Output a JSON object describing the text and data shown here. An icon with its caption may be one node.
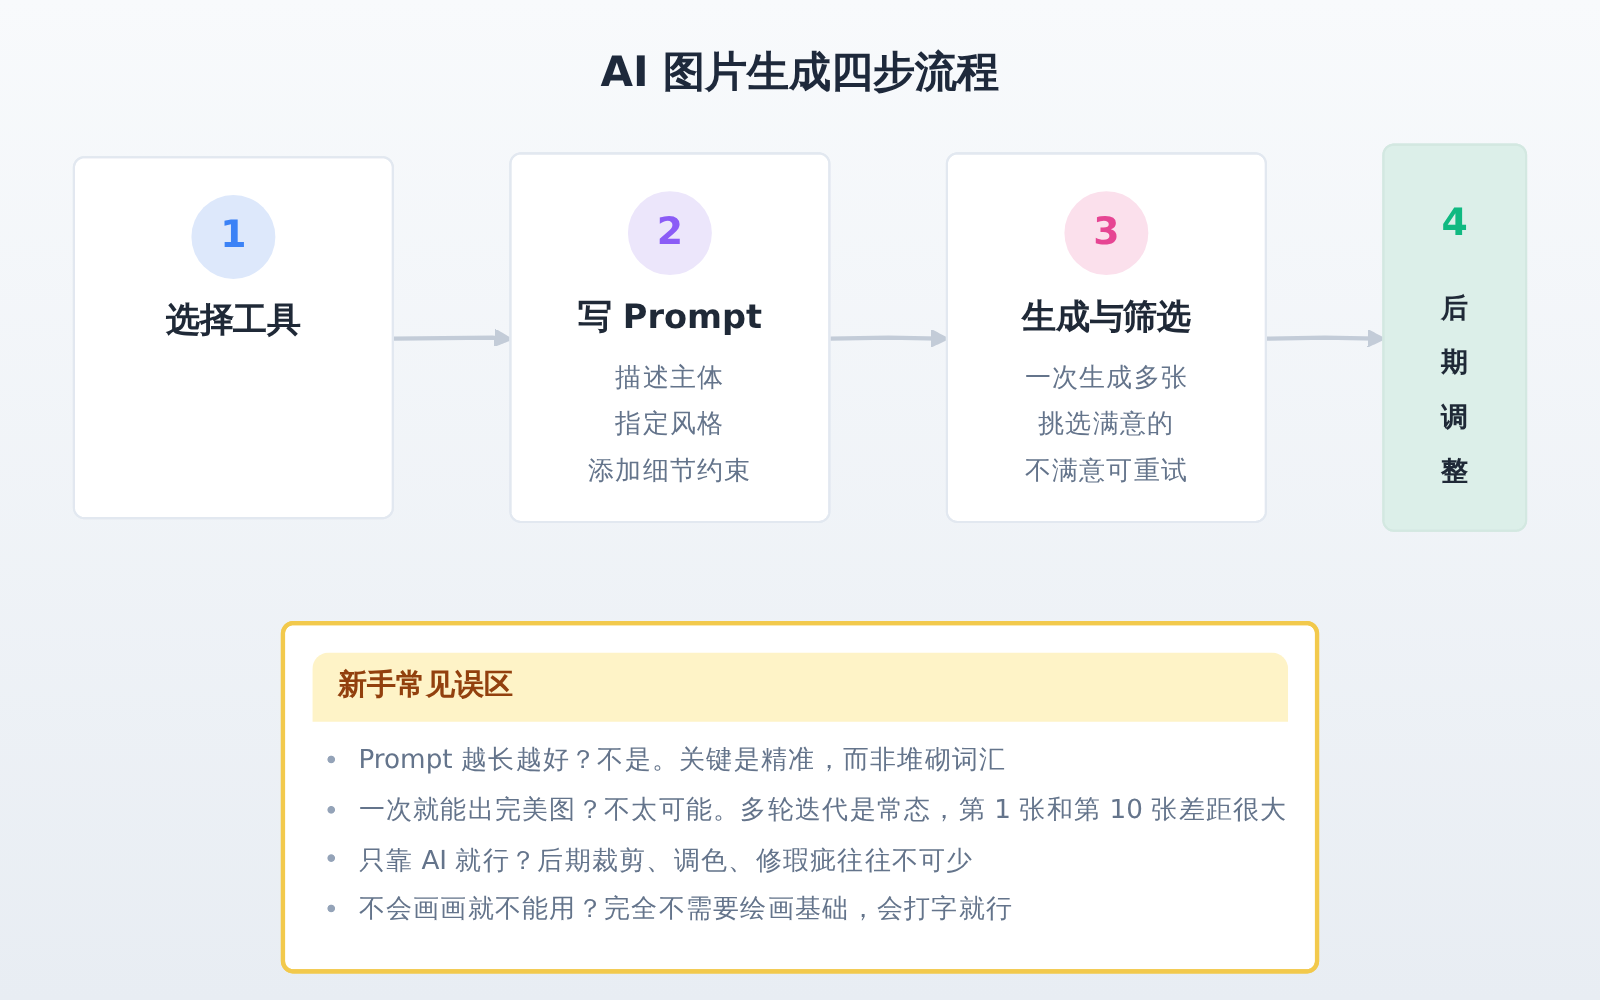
{
  "diagram": {
    "title": "AI 图片生成四步流程",
    "nodes": [
      {
        "text": [
          "1",
          "选择工具"
        ]
      },
      {
        "text": [
          "2",
          "写 Prompt",
          "描述主体",
          "指定风格",
          "添加细节约束"
        ]
      },
      {
        "text": [
          "3",
          "生成与筛选",
          "一次生成多张",
          "挑选满意的",
          "不满意可重试"
        ]
      },
      {
        "text": [
          "4",
          "后期调整"
        ]
      },
      {
        "text": [
          "新手常见误区",
          "Prompt 越长越好？不是。关键是精准，而非堆砌词汇",
          "一次就能出完美图？不太可能。多轮迭代是常态，第 1 张和第 10 张差距很大",
          "只靠 AI 就行？后期裁剪、调色、修瑕疵往往不可少",
          "不会画画就不能用？完全不需要绘画基础，会打字就行"
        ]
      }
    ],
    "edges": [
      {
        "from": 0,
        "to": 1,
        "arrow": "to"
      },
      {
        "from": 1,
        "to": 2,
        "arrow": "to"
      },
      {
        "from": 2,
        "to": 3,
        "arrow": "to"
      }
    ]
  }
}
